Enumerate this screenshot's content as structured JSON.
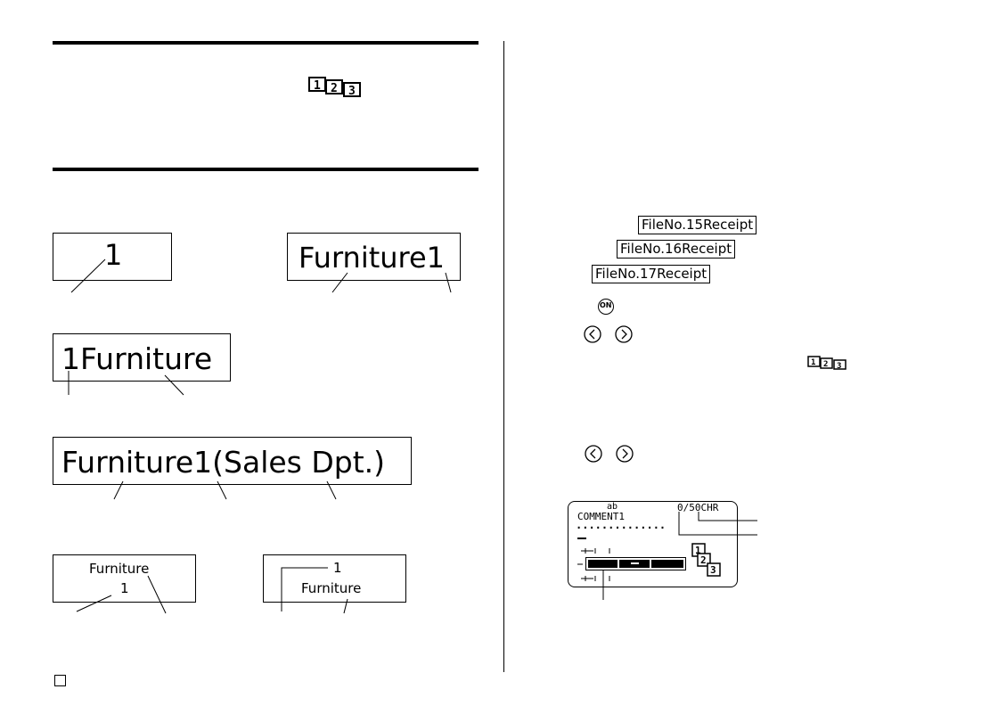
{
  "left": {
    "example_boxes": [
      {
        "text": "1"
      },
      {
        "text": "Furniture1"
      },
      {
        "text": "1Furniture"
      },
      {
        "text": "Furniture1(Sales Dpt.)"
      },
      {
        "line1": "Furniture",
        "line2": "1"
      },
      {
        "line1": "1",
        "line2": "Furniture"
      }
    ],
    "icon": "stacked-pages-1-2-3-icon"
  },
  "right": {
    "file_labels": [
      "FileNo.15Receipt",
      "FileNo.16Receipt",
      "FileNo.17Receipt"
    ],
    "on_key": "ON",
    "icons": [
      "left-arrow-key-icon",
      "right-arrow-key-icon",
      "stacked-pages-1-2-3-icon"
    ],
    "lcd": {
      "mode": "ab",
      "prompt": "COMMENT1",
      "counter": "0/50CHR",
      "dots": "..............",
      "pages": [
        "1",
        "2",
        "3"
      ]
    }
  },
  "page_marker": "page-number-box"
}
